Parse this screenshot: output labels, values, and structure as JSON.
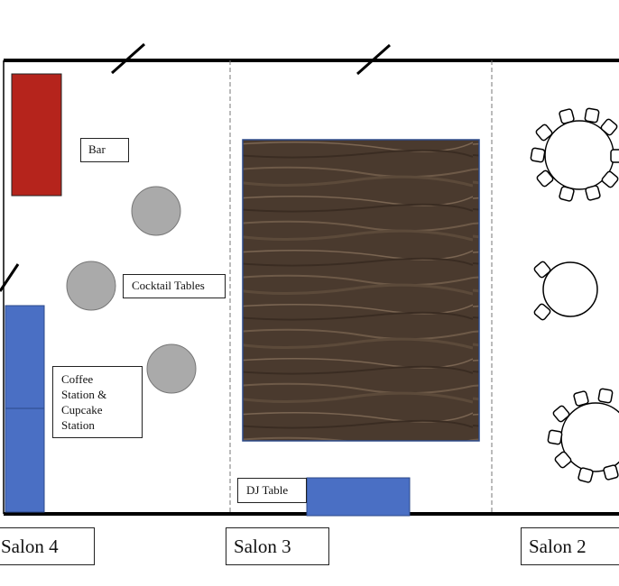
{
  "floor_plan": {
    "rooms": [
      {
        "name": "Salon 4"
      },
      {
        "name": "Salon 3"
      },
      {
        "name": "Salon 2"
      }
    ],
    "labels": {
      "bar": "Bar",
      "cocktail_tables": "Cocktail Tables",
      "coffee_station": "Coffee Station & Cupcake Station",
      "dj_table": "DJ Table"
    },
    "colors": {
      "bar": "#b5241c",
      "station": "#4a6fc4",
      "dj_table": "#4a6fc4",
      "cocktail_table": "#aaaaaa",
      "dance_floor": "#4a3a2e",
      "wall": "#000000"
    }
  }
}
